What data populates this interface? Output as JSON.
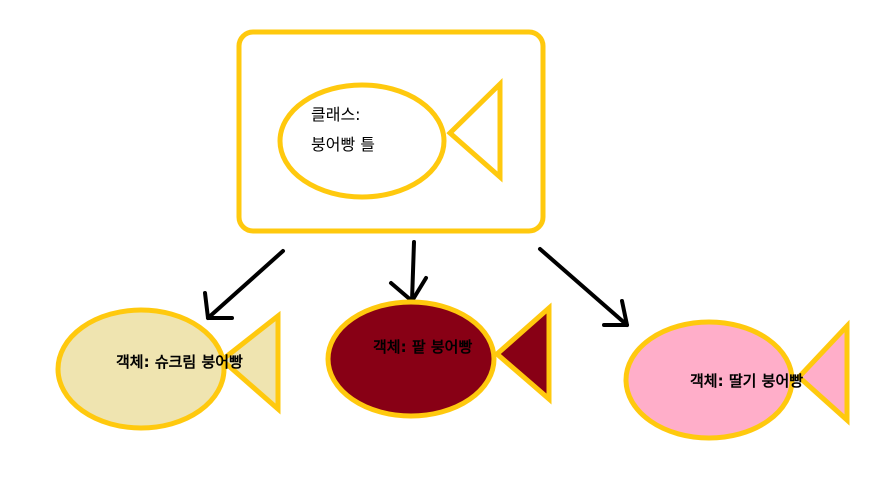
{
  "class_box": {
    "line1": "클래스:",
    "line2": "붕어빵 틀",
    "fish_fill": "#ffffff"
  },
  "objects": [
    {
      "label": "객체: 슈크림 붕어빵",
      "fill": "#efe4b0"
    },
    {
      "label": "객체: 팥 붕어빵",
      "fill": "#880015"
    },
    {
      "label": "객체: 딸기 붕어빵",
      "fill": "#ffaec9"
    }
  ],
  "colors": {
    "outline": "#ffc90e",
    "arrow": "#000000",
    "background": "#ffffff"
  }
}
